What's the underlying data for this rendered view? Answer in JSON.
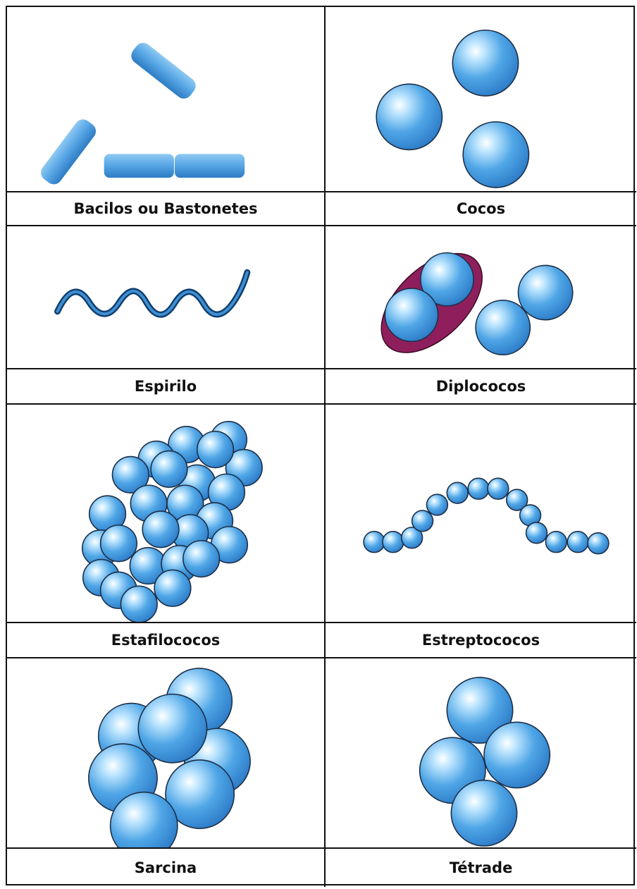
{
  "cells": [
    {
      "label": "Bacilos ou Bastonetes",
      "art": "bacilos-illustration"
    },
    {
      "label": "Cocos",
      "art": "cocos-illustration"
    },
    {
      "label": "Espirilo",
      "art": "espirilo-illustration"
    },
    {
      "label": "Diplococos",
      "art": "diplococos-illustration"
    },
    {
      "label": "Estafilococos",
      "art": "estafilococos-illustration"
    },
    {
      "label": "Estreptococos",
      "art": "estreptococos-illustration"
    },
    {
      "label": "Sarcina",
      "art": "sarcina-illustration"
    },
    {
      "label": "Tétrade",
      "art": "tetrade-illustration"
    }
  ],
  "colors": {
    "cell_blue_light": "#c9ecff",
    "cell_blue": "#4a9fe0",
    "cell_blue_dark": "#1d6fb8",
    "capsule": "#8e1f5c",
    "spiral": "#1f5f9a",
    "border": "#111111"
  }
}
